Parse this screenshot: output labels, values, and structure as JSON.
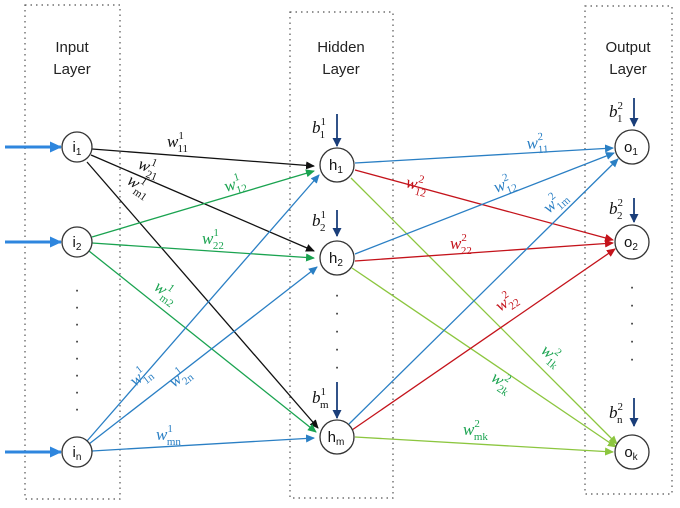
{
  "layers": {
    "input": {
      "title_line1": "Input",
      "title_line2": "Layer"
    },
    "hidden": {
      "title_line1": "Hidden",
      "title_line2": "Layer"
    },
    "output": {
      "title_line1": "Output",
      "title_line2": "Layer"
    }
  },
  "nodes": {
    "input": [
      {
        "base": "i",
        "sub": "1"
      },
      {
        "base": "i",
        "sub": "2"
      },
      {
        "base": "i",
        "sub": "n"
      }
    ],
    "hidden": [
      {
        "base": "h",
        "sub": "1"
      },
      {
        "base": "h",
        "sub": "2"
      },
      {
        "base": "h",
        "sub": "m"
      }
    ],
    "output": [
      {
        "base": "o",
        "sub": "1"
      },
      {
        "base": "o",
        "sub": "2"
      },
      {
        "base": "o",
        "sub": "k"
      }
    ]
  },
  "biases": {
    "hidden": [
      {
        "base": "b",
        "sup": "1",
        "sub": "1"
      },
      {
        "base": "b",
        "sup": "1",
        "sub": "2"
      },
      {
        "base": "b",
        "sup": "1",
        "sub": "m"
      }
    ],
    "output": [
      {
        "base": "b",
        "sup": "2",
        "sub": "1"
      },
      {
        "base": "b",
        "sup": "2",
        "sub": "2"
      },
      {
        "base": "b",
        "sup": "2",
        "sub": "n"
      }
    ]
  },
  "weights": {
    "w11_1": {
      "base": "w",
      "sup": "1",
      "sub": "11"
    },
    "w21_1": {
      "base": "w",
      "sup": "1",
      "sub": "21"
    },
    "wm1_1": {
      "base": "w",
      "sup": "1",
      "sub": "m1"
    },
    "w12_1": {
      "base": "w",
      "sup": "1",
      "sub": "12"
    },
    "w22_1": {
      "base": "w",
      "sup": "1",
      "sub": "22"
    },
    "wm2_1": {
      "base": "w",
      "sup": "1",
      "sub": "m2"
    },
    "w1n_1": {
      "base": "w",
      "sup": "1",
      "sub": "1n"
    },
    "w2n_1": {
      "base": "w",
      "sup": "1",
      "sub": "2n"
    },
    "wmn_1": {
      "base": "w",
      "sup": "1",
      "sub": "mn"
    },
    "w11_2": {
      "base": "w",
      "sup": "2",
      "sub": "11"
    },
    "w12_2_blue": {
      "base": "w",
      "sup": "2",
      "sub": "12"
    },
    "w1m_2": {
      "base": "w",
      "sup": "2",
      "sub": "1m"
    },
    "w12_2_red": {
      "base": "w",
      "sup": "2",
      "sub": "12"
    },
    "w22_2_top": {
      "base": "w",
      "sup": "2",
      "sub": "22"
    },
    "w22_2_bottom": {
      "base": "w",
      "sup": "2",
      "sub": "22"
    },
    "w1k_2": {
      "base": "w",
      "sup": "2",
      "sub": "1k"
    },
    "w2k_2": {
      "base": "w",
      "sup": "2",
      "sub": "2k"
    },
    "wmk_2": {
      "base": "w",
      "sup": "2",
      "sub": "mk"
    }
  },
  "ellipsis": "·",
  "colors": {
    "black": "#111111",
    "green": "#1aa350",
    "blue": "#2a7fc4",
    "red": "#c4131b",
    "light_green": "#8cc63f",
    "input_arrow": "#2e86de",
    "bias_arrow": "#1a3e7a"
  }
}
